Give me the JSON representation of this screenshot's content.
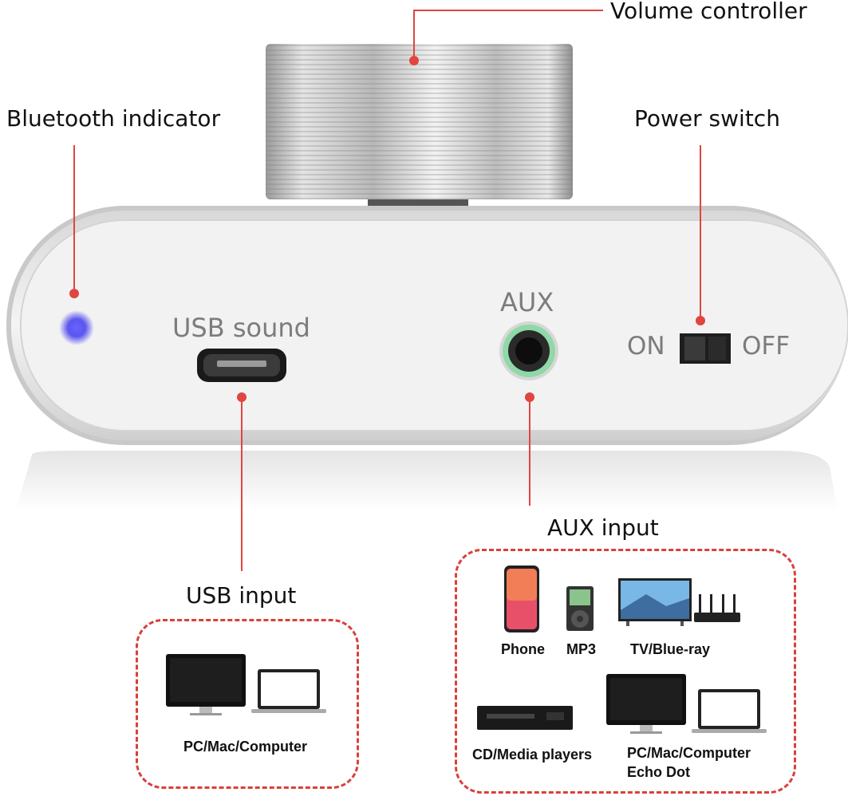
{
  "callouts": {
    "volume_controller": "Volume controller",
    "bluetooth_indicator": "Bluetooth indicator",
    "power_switch": "Power switch",
    "aux_input": "AUX input",
    "usb_input": "USB input"
  },
  "device_labels": {
    "usb_sound": "USB sound",
    "aux": "AUX",
    "on": "ON",
    "off": "OFF"
  },
  "usb_devices": {
    "label": "PC/Mac/Computer"
  },
  "aux_devices": {
    "phone": "Phone",
    "mp3": "MP3",
    "tv": "TV/Blue-ray",
    "cd": "CD/Media players",
    "pc_line1": "PC/Mac/Computer",
    "pc_line2": "Echo Dot"
  },
  "colors": {
    "accent_red": "#e0453f",
    "bluetooth_led": "#4b45f0",
    "aux_ring": "#8fd9a8"
  }
}
